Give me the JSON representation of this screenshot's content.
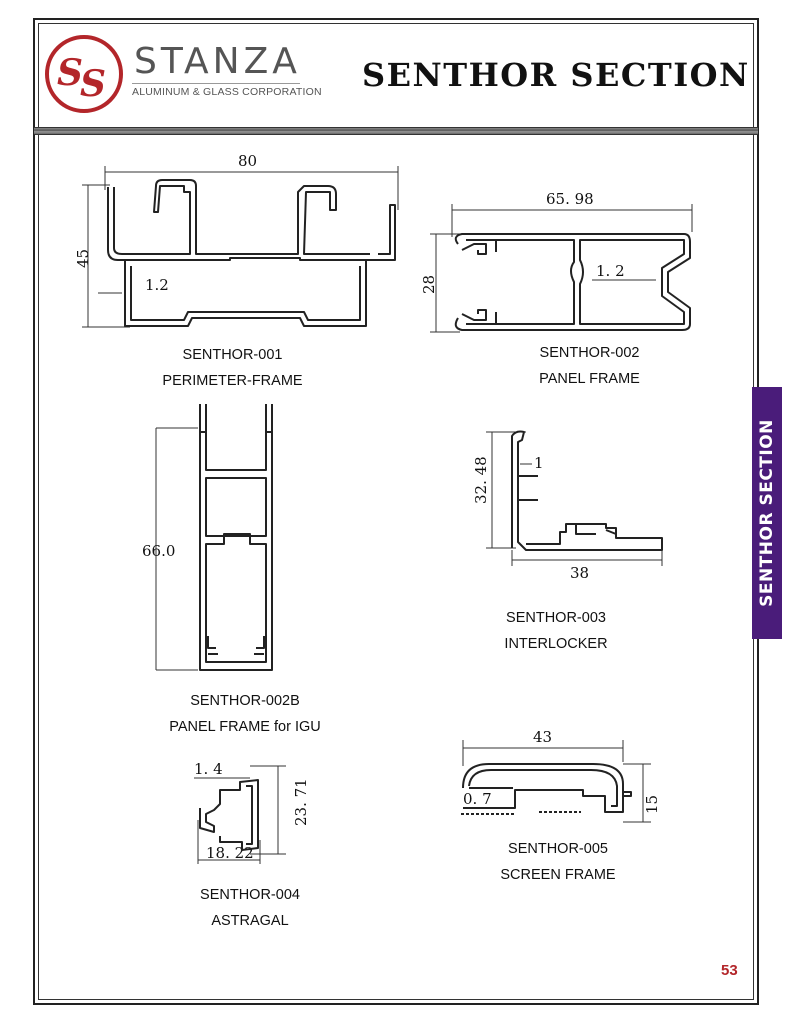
{
  "header": {
    "brand_name": "STANZA",
    "brand_subtitle": "ALUMINUM & GLASS CORPORATION",
    "page_title": "SENTHOR SECTION"
  },
  "side_tab": {
    "label": "SENTHOR SECTION",
    "color": "#4a1c7a"
  },
  "colors": {
    "logo_red": "#b3262a",
    "page_number": "#b3262a"
  },
  "profiles": {
    "s001": {
      "code": "SENTHOR-001",
      "name": "PERIMETER-FRAME",
      "dims": {
        "width": "80",
        "height": "45",
        "wall": "1.2"
      }
    },
    "s002": {
      "code": "SENTHOR-002",
      "name": "PANEL FRAME",
      "dims": {
        "width": "65. 98",
        "height": "28",
        "wall": "1. 2"
      }
    },
    "s002b": {
      "code": "SENTHOR-002B",
      "name": "PANEL FRAME for IGU",
      "dims": {
        "height": "66.0"
      }
    },
    "s003": {
      "code": "SENTHOR-003",
      "name": "INTERLOCKER",
      "dims": {
        "height": "32. 48",
        "wall": "1",
        "width": "38"
      }
    },
    "s004": {
      "code": "SENTHOR-004",
      "name": "ASTRAGAL",
      "dims": {
        "wall": "1. 4",
        "height": "23. 71",
        "width": "18. 22"
      }
    },
    "s005": {
      "code": "SENTHOR-005",
      "name": "SCREEN FRAME",
      "dims": {
        "width": "43",
        "height": "15",
        "wall": "0. 7"
      }
    }
  },
  "page_number": "53"
}
